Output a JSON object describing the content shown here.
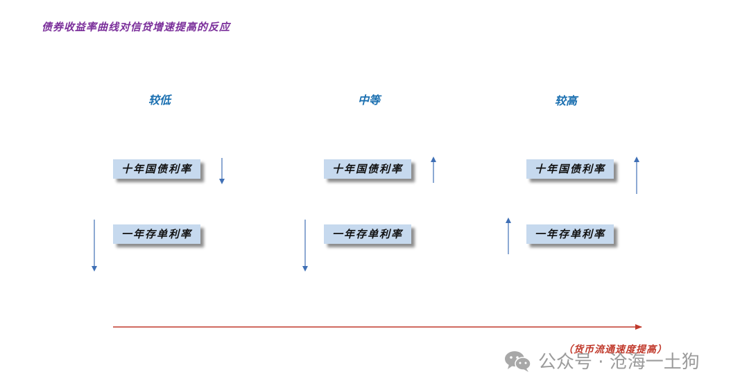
{
  "title": "债券收益率曲线对信贷增速提高的反应",
  "columns": [
    {
      "header": "较低",
      "rows": [
        {
          "label": "十年国债利率",
          "direction": "down"
        },
        {
          "label": "一年存单利率",
          "direction": "down"
        }
      ]
    },
    {
      "header": "中等",
      "rows": [
        {
          "label": "十年国债利率",
          "direction": "up"
        },
        {
          "label": "一年存单利率",
          "direction": "down"
        }
      ]
    },
    {
      "header": "较高",
      "rows": [
        {
          "label": "十年国债利率",
          "direction": "up"
        },
        {
          "label": "一年存单利率",
          "direction": "up"
        }
      ]
    }
  ],
  "axis": {
    "label": "（货币流通速度提高）",
    "color": "#c0392b"
  },
  "watermark": {
    "text": "公众号 · 沧海一土狗",
    "icon": "wechat-logo-icon"
  },
  "colors": {
    "title": "#7a2e9a",
    "header": "#1a6fb0",
    "box_fill": "#c6d9ee",
    "arrow": "#3f6fb5"
  }
}
